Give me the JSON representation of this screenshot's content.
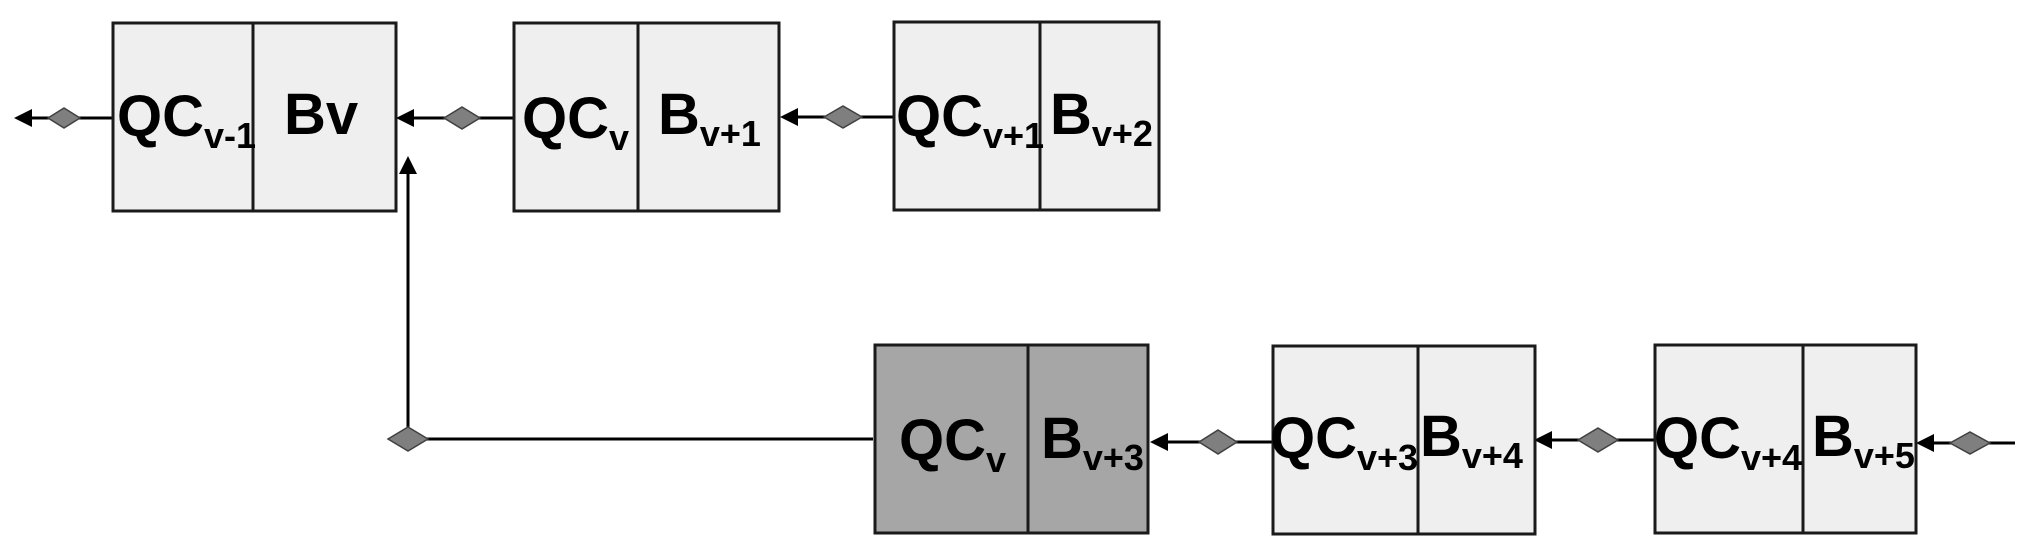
{
  "blocks": [
    {
      "id": "block-1",
      "shade": "light",
      "left": {
        "main": "QC",
        "sub": "v-1"
      },
      "right": {
        "main": "Bv",
        "sub": ""
      }
    },
    {
      "id": "block-2",
      "shade": "light",
      "left": {
        "main": "QC",
        "sub": "v"
      },
      "right": {
        "main": "B",
        "sub": "v+1"
      }
    },
    {
      "id": "block-3",
      "shade": "light",
      "left": {
        "main": "QC",
        "sub": "v+1"
      },
      "right": {
        "main": "B",
        "sub": "v+2"
      }
    },
    {
      "id": "block-4",
      "shade": "dark",
      "left": {
        "main": "QC",
        "sub": "v"
      },
      "right": {
        "main": "B",
        "sub": "v+3"
      }
    },
    {
      "id": "block-5",
      "shade": "light",
      "left": {
        "main": "QC",
        "sub": "v+3"
      },
      "right": {
        "main": "B",
        "sub": "v+4"
      }
    },
    {
      "id": "block-6",
      "shade": "light",
      "left": {
        "main": "QC",
        "sub": "v+4"
      },
      "right": {
        "main": "B",
        "sub": "v+5"
      }
    }
  ],
  "colors": {
    "light": "#efefef",
    "dark": "#a6a6a6",
    "diamond": "#7f7f7f",
    "line": "#000000"
  }
}
